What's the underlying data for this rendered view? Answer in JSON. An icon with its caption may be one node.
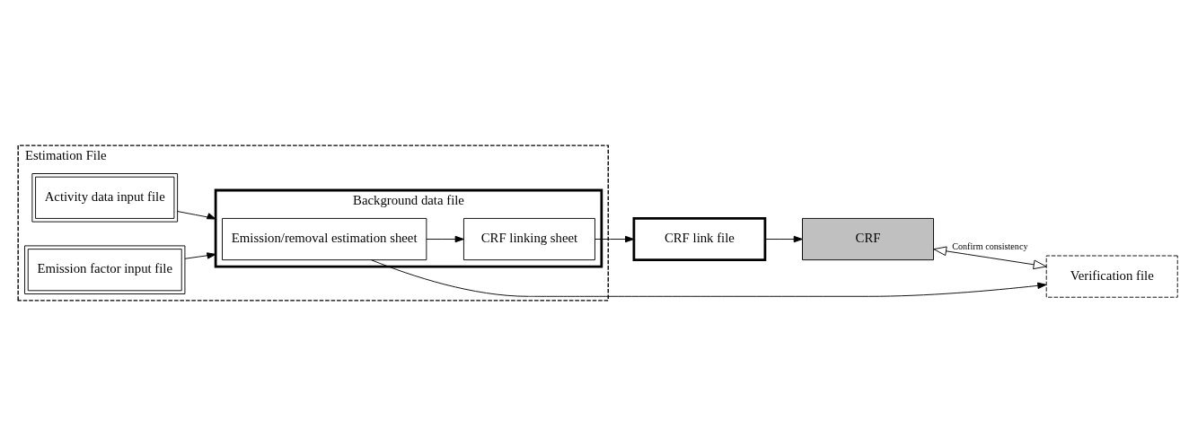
{
  "diagram": {
    "nodes": [
      {
        "text": [
          "Estimation File"
        ]
      },
      {
        "text": [
          "Activity data input file"
        ],
        "in": 0
      },
      {
        "text": [
          "Emission factor input file"
        ],
        "in": 0
      },
      {
        "text": [
          "Background data file"
        ],
        "in": 0
      },
      {
        "text": [
          "Emission/removal estimation sheet"
        ],
        "in": 3
      },
      {
        "text": [
          "CRF linking sheet"
        ],
        "in": 3
      },
      {
        "text": [
          "CRF link file"
        ]
      },
      {
        "text": [
          "CRF"
        ]
      },
      {
        "text": [
          "Verification file"
        ]
      }
    ],
    "edges": [
      {
        "from": 1,
        "to": 3,
        "arrow": "to"
      },
      {
        "from": 2,
        "to": 3,
        "arrow": "to"
      },
      {
        "from": 4,
        "to": 5,
        "arrow": "to"
      },
      {
        "from": 5,
        "to": 6,
        "arrow": "to"
      },
      {
        "from": 4,
        "to": 8,
        "arrow": "to"
      },
      {
        "from": 6,
        "to": 7,
        "arrow": "to"
      },
      {
        "from": 7,
        "to": 8,
        "arrow": "both",
        "label": "Confirm consistency"
      }
    ]
  }
}
